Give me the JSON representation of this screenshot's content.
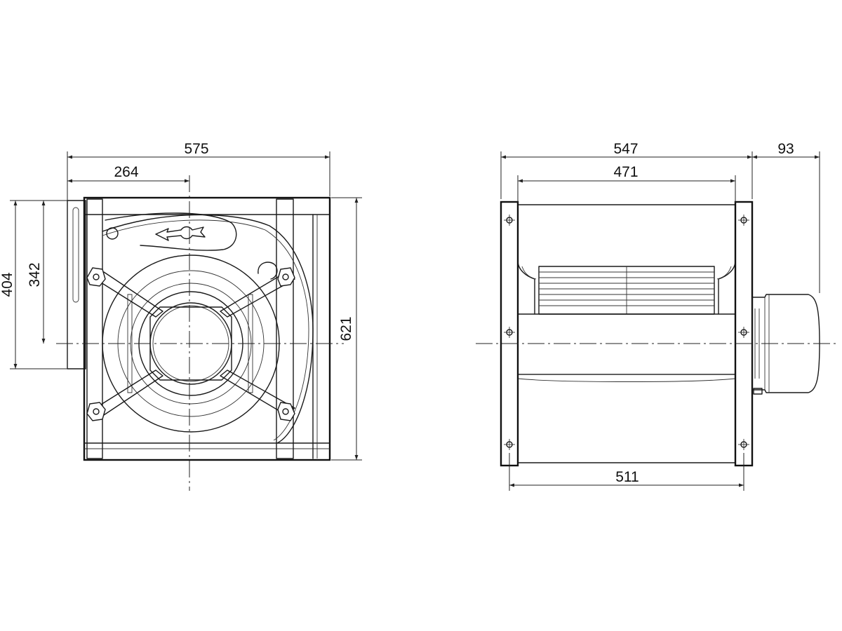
{
  "front_view": {
    "width_total": "575",
    "offset_to_axis": "264",
    "height_total": "621",
    "outlet_height_total": "404",
    "axis_height": "342"
  },
  "side_view": {
    "width_total": "547",
    "motor_protrusion": "93",
    "housing_width": "471",
    "mount_spacing": "511"
  },
  "colors": {
    "line": "#1a1a1a",
    "background": "#ffffff"
  }
}
